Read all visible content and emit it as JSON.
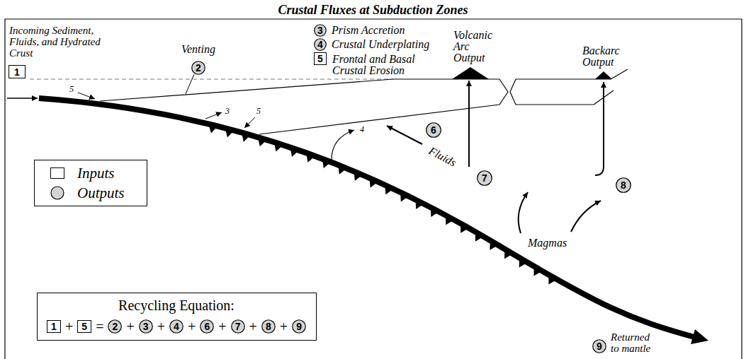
{
  "diagram": {
    "title": "Crustal Fluxes at Subduction Zones",
    "nodes": [
      {
        "text": [
          "Incoming Sediment, Fluids, and Hydrated Crust",
          "1"
        ]
      },
      {
        "text": [
          "Venting",
          "2"
        ]
      },
      {
        "text": [
          "3",
          "Prism Accretion"
        ]
      },
      {
        "text": [
          "4",
          "Crustal Underplating"
        ]
      },
      {
        "text": [
          "5",
          "Frontal and Basal Crustal Erosion"
        ]
      },
      {
        "text": [
          "6",
          "Fluids"
        ]
      },
      {
        "text": [
          "7"
        ]
      },
      {
        "text": [
          "8"
        ]
      },
      {
        "text": [
          "Recycling Equation:"
        ]
      },
      {
        "text": [
          "1"
        ],
        "in": 8
      },
      {
        "text": [
          "5"
        ],
        "in": 8
      },
      {
        "text": [
          "2"
        ],
        "in": 8
      },
      {
        "text": [
          "3"
        ],
        "in": 8
      },
      {
        "text": [
          "4"
        ],
        "in": 8
      },
      {
        "text": [
          "6"
        ],
        "in": 8
      },
      {
        "text": [
          "7"
        ],
        "in": 8
      },
      {
        "text": [
          "8"
        ],
        "in": 8
      },
      {
        "text": [
          "9"
        ],
        "in": 8
      },
      {
        "text": [
          "9",
          "Returned to mantle"
        ]
      }
    ],
    "labels": [
      "Volcanic Arc Output",
      "Backarc Output",
      "Magmas",
      "5",
      "3",
      "5",
      "4",
      "+",
      "=",
      "+",
      "+",
      "+",
      "+",
      "+",
      "+"
    ],
    "legend": [
      {
        "text": "Inputs"
      },
      {
        "text": "Outputs"
      }
    ]
  }
}
